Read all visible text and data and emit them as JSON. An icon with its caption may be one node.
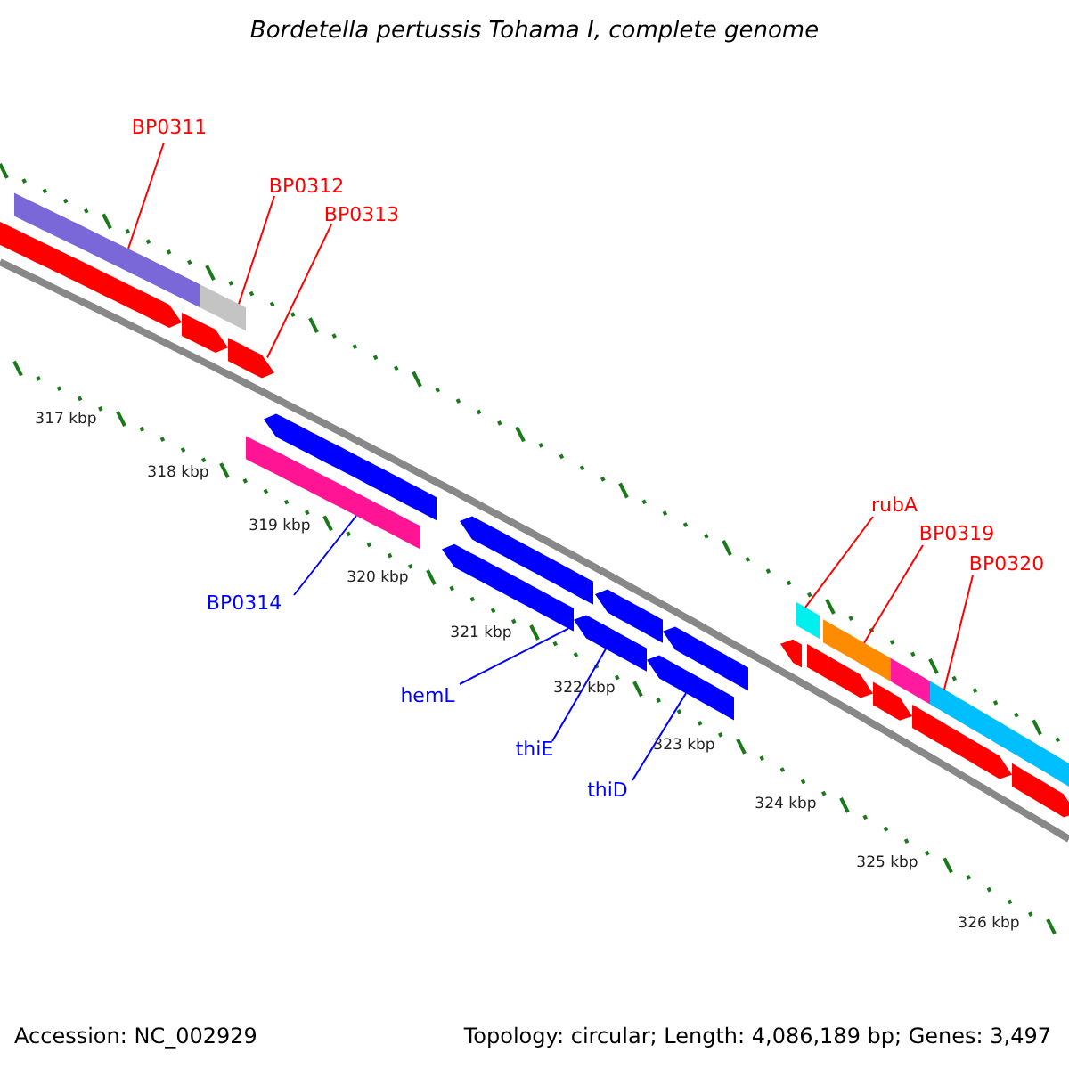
{
  "diagram": {
    "title": "Bordetella pertussis Tohama I, complete genome",
    "nodes": [
      {
        "text": [
          "BP0311"
        ]
      },
      {
        "text": [
          "BP0312"
        ]
      },
      {
        "text": [
          "BP0313"
        ]
      },
      {
        "text": [
          "rubA"
        ]
      },
      {
        "text": [
          "BP0319"
        ]
      },
      {
        "text": [
          "BP0320"
        ]
      },
      {
        "text": [
          "BP0314"
        ]
      },
      {
        "text": [
          "hemL"
        ]
      },
      {
        "text": [
          "thiE"
        ]
      },
      {
        "text": [
          "thiD"
        ]
      },
      {
        "text": [],
        "shape": "bar"
      },
      {
        "text": [],
        "shape": "bar"
      },
      {
        "text": [],
        "shape": "bar"
      },
      {
        "text": [],
        "shape": "bar"
      },
      {
        "text": [],
        "shape": "bar"
      },
      {
        "text": [],
        "shape": "bar"
      },
      {
        "text": [],
        "shape": "bar"
      },
      {
        "text": [],
        "shape": "bar"
      },
      {
        "text": [],
        "shape": "bar"
      },
      {
        "text": [],
        "shape": "bar"
      },
      {
        "text": [],
        "shape": "bar"
      },
      {
        "text": [],
        "shape": "bar"
      },
      {
        "text": [],
        "shape": "bar"
      },
      {
        "text": [],
        "shape": "bar"
      },
      {
        "text": [],
        "shape": "bar"
      },
      {
        "text": [],
        "shape": "bar"
      },
      {
        "text": [],
        "shape": "bar"
      },
      {
        "text": [],
        "shape": "bar"
      },
      {
        "text": [],
        "shape": "bar"
      },
      {
        "text": [],
        "shape": "bar"
      },
      {
        "text": [],
        "shape": "bar"
      },
      {
        "text": [],
        "shape": "bar"
      }
    ],
    "edges": [
      {
        "from": 0,
        "to": 11,
        "arrow": "none"
      },
      {
        "from": 1,
        "to": 13,
        "arrow": "none"
      },
      {
        "from": 2,
        "to": 14,
        "arrow": "none"
      },
      {
        "from": 3,
        "to": 24,
        "arrow": "none"
      },
      {
        "from": 4,
        "to": 26,
        "arrow": "none"
      },
      {
        "from": 5,
        "to": 30,
        "arrow": "none"
      },
      {
        "from": 6,
        "to": 15,
        "arrow": "none",
        "color": "#0000ff"
      },
      {
        "from": 7,
        "to": 17,
        "arrow": "none",
        "color": "#0000ff"
      },
      {
        "from": 8,
        "to": 19,
        "arrow": "none",
        "color": "#0000ff"
      },
      {
        "from": 9,
        "to": 21,
        "arrow": "none",
        "color": "#0000ff"
      }
    ],
    "labels": [
      "317 kbp",
      "318 kbp",
      "319 kbp",
      "320 kbp",
      "321 kbp",
      "322 kbp",
      "323 kbp",
      "324 kbp",
      "325 kbp",
      "326 kbp",
      "Accession: NC_002929",
      "Topology: circular; Length: 4,086,189 bp; Genes: 3,497"
    ]
  }
}
